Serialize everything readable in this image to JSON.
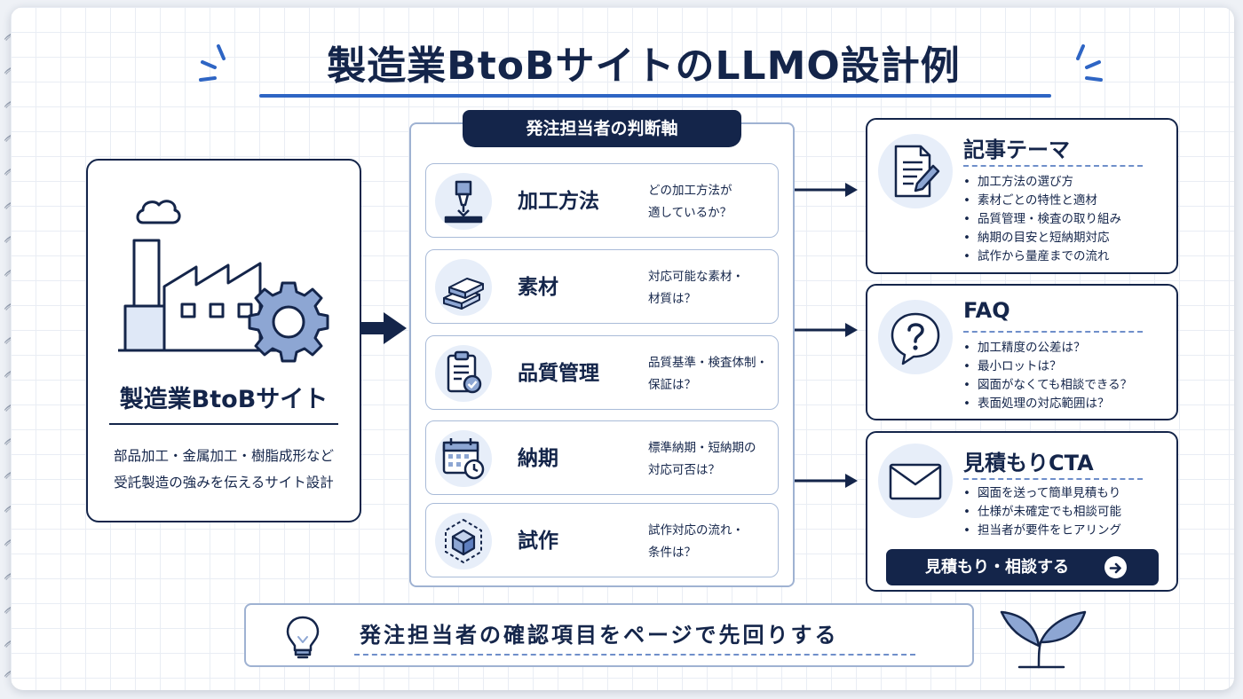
{
  "title": "製造業BtoBサイトのLLMO設計例",
  "site": {
    "icon": "factory-gear-icon",
    "title": "製造業BtoBサイト",
    "desc_line1": "部品加工・金属加工・樹脂成形など",
    "desc_line2": "受託製造の強みを伝えるサイト設計"
  },
  "criteria": {
    "header": "発注担当者の判断軸",
    "items": [
      {
        "icon": "machining-icon",
        "label": "加工方法",
        "q1": "どの加工方法が",
        "q2": "適しているか？"
      },
      {
        "icon": "material-bars-icon",
        "label": "素材",
        "q1": "対応可能な素材・",
        "q2": "材質は？"
      },
      {
        "icon": "clipboard-check-icon",
        "label": "品質管理",
        "q1": "品質基準・検査体制・",
        "q2": "保証は？"
      },
      {
        "icon": "calendar-clock-icon",
        "label": "納期",
        "q1": "標準納期・短納期の",
        "q2": "対応可否は？"
      },
      {
        "icon": "prototype-cube-icon",
        "label": "試作",
        "q1": "試作対応の流れ・",
        "q2": "条件は？"
      }
    ]
  },
  "outputs": {
    "article": {
      "icon": "document-pen-icon",
      "title": "記事テーマ",
      "items": [
        "加工方法の選び方",
        "素材ごとの特性と適材",
        "品質管理・検査の取り組み",
        "納期の目安と短納期対応",
        "試作から量産までの流れ"
      ]
    },
    "faq": {
      "icon": "question-bubble-icon",
      "title": "FAQ",
      "items": [
        "加工精度の公差は？",
        "最小ロットは？",
        "図面がなくても相談できる？",
        "表面処理の対応範囲は？"
      ]
    },
    "cta": {
      "icon": "envelope-icon",
      "title": "見積もりCTA",
      "items": [
        "図面を送って簡単見積もり",
        "仕様が未確定でも相談可能",
        "担当者が要件をヒアリング"
      ],
      "button_label": "見積もり・相談する",
      "button_icon": "arrow-right-icon"
    }
  },
  "banner": {
    "icon": "lightbulb-icon",
    "text": "発注担当者の確認項目をページで先回りする",
    "deco_icon": "sprout-icon"
  },
  "colors": {
    "navy": "#14254a",
    "accent": "#2e65c4",
    "icon_bg": "#e7eef9",
    "border": "#9fb2d2"
  }
}
